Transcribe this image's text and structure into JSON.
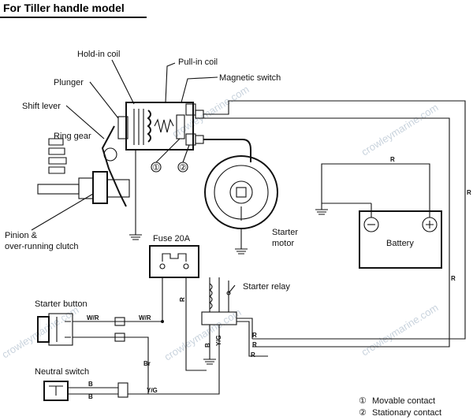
{
  "header": {
    "title": "For Tiller handle model"
  },
  "labels": {
    "hold_in_coil": "Hold-in coil",
    "pull_in_coil": "Pull-in coil",
    "magnetic_switch": "Magnetic switch",
    "plunger": "Plunger",
    "shift_lever": "Shift lever",
    "ring_gear": "Ring gear",
    "pinion_line1": "Pinion &",
    "pinion_line2": "over-running clutch",
    "fuse": "Fuse 20A",
    "starter_motor_line1": "Starter",
    "starter_motor_line2": "motor",
    "battery": "Battery",
    "starter_relay": "Starter relay",
    "starter_button": "Starter button",
    "neutral_switch": "Neutral switch",
    "callout_1": "①",
    "callout_2": "②"
  },
  "wire_codes": {
    "red": "R",
    "white_red": "W/R",
    "brown": "Br",
    "black": "B",
    "yellow_green": "Y/G"
  },
  "legend": [
    {
      "num": "①",
      "text": "Movable contact"
    },
    {
      "num": "②",
      "text": "Stationary contact"
    }
  ],
  "watermark": "crowleymarine.com",
  "colors": {
    "line": "#111111",
    "watermark": "#c9d3dd"
  }
}
